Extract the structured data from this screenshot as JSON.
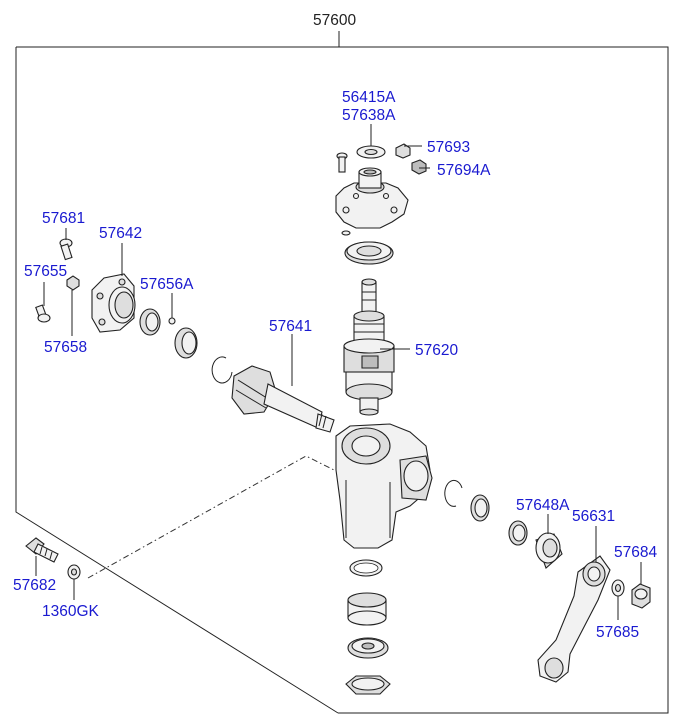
{
  "assembly": {
    "number": "57600"
  },
  "callouts": [
    {
      "id": "p56415A",
      "text": "56415A"
    },
    {
      "id": "p57638A",
      "text": "57638A"
    },
    {
      "id": "p57693",
      "text": "57693"
    },
    {
      "id": "p57694A",
      "text": "57694A"
    },
    {
      "id": "p57681",
      "text": "57681"
    },
    {
      "id": "p57642",
      "text": "57642"
    },
    {
      "id": "p57655",
      "text": "57655"
    },
    {
      "id": "p57656A",
      "text": "57656A"
    },
    {
      "id": "p57658",
      "text": "57658"
    },
    {
      "id": "p57641",
      "text": "57641"
    },
    {
      "id": "p57620",
      "text": "57620"
    },
    {
      "id": "p57648A",
      "text": "57648A"
    },
    {
      "id": "p56631",
      "text": "56631"
    },
    {
      "id": "p57684",
      "text": "57684"
    },
    {
      "id": "p57682",
      "text": "57682"
    },
    {
      "id": "p57685",
      "text": "57685"
    },
    {
      "id": "p1360GK",
      "text": "1360GK"
    }
  ],
  "colors": {
    "callout_text": "#1a1ad0",
    "assembly_text": "#222222",
    "line": "#222222"
  }
}
